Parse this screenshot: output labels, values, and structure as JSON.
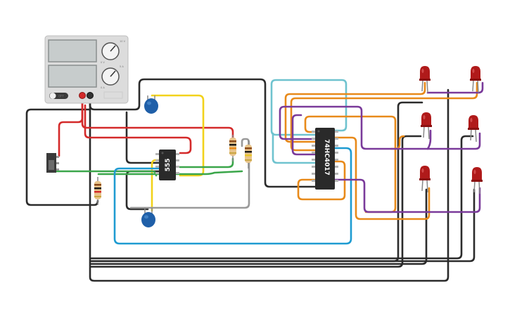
{
  "circuit": {
    "ic_555": {
      "label": "555"
    },
    "ic_4017": {
      "label": "74HC4017"
    },
    "power_supply": {
      "switch_label": "OFF",
      "knob_marks": [
        "10 V",
        "0 V",
        "5 A",
        "0 A"
      ]
    },
    "colors": {
      "red": "#d42a2a",
      "black": "#2b2b2b",
      "yellow": "#f2d21b",
      "green": "#3aa64a",
      "gray": "#9a9a9a",
      "teal": "#6fc3cf",
      "blue": "#1e9bd1",
      "orange": "#e88a1a",
      "purple": "#7a3a9a",
      "led": "#b01a1a",
      "capacitor": "#1f5fa8",
      "chip": "#2a2a2a"
    }
  }
}
